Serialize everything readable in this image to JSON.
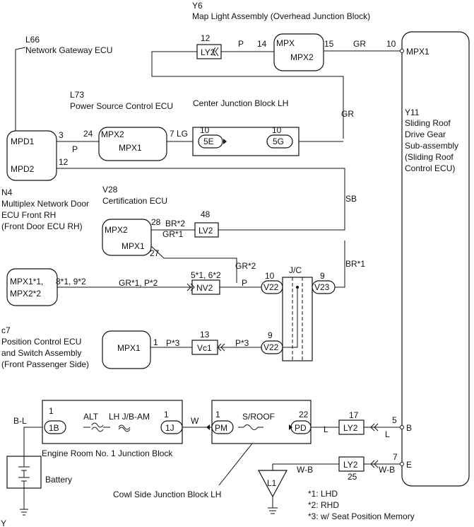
{
  "titles": {
    "y6_code": "Y6",
    "y6_name": "Map Light Assembly (Overhead Junction Block)",
    "l66_code": "L66",
    "l66_name": "Network Gateway ECU",
    "l73_code": "L73",
    "l73_name": "Power Source Control ECU",
    "cjb_name": "Center Junction Block LH",
    "y11_code": "Y11",
    "y11_line1": "Sliding Roof",
    "y11_line2": "Drive Gear",
    "y11_line3": "Sub-assembly",
    "y11_line4": "(Sliding Roof",
    "y11_line5": "Control ECU)",
    "n4_code": "N4",
    "n4_line1": "Multiplex Network Door",
    "n4_line2": "ECU Front RH",
    "n4_line3": "(Front Door ECU RH)",
    "v28_code": "V28",
    "v28_name": "Certification ECU",
    "c7_code": "c7",
    "c7_line1": "Position Control ECU",
    "c7_line2": "and Switch Assembly",
    "c7_line3": "(Front Passenger Side)",
    "erjb_name": "Engine Room No. 1 Junction Block",
    "battery": "Battery",
    "cowl_name": "Cowl Side Junction Block LH",
    "footer": "Y"
  },
  "pins": {
    "mpx": "MPX",
    "mpx2": "MPX2",
    "mpx1": "MPX1",
    "mpd1": "MPD1",
    "mpd2": "MPD2",
    "n4_mpx_a": "MPX1*1,",
    "n4_mpx_b": "MPX2*2",
    "b": "B",
    "e": "E",
    "p12": "12",
    "p14": "14",
    "p15": "15",
    "p10": "10",
    "p3": "3",
    "p24": "24",
    "p7": "7",
    "p28": "28",
    "p27": "27",
    "p48": "48",
    "p9": "9",
    "p13": "13",
    "p1": "1",
    "p22": "22",
    "p17": "17",
    "p5": "5",
    "p25": "25",
    "n4_pins": "8*1, 9*2",
    "nv2_pins": "5*1, 6*2"
  },
  "connectors": {
    "ly2": "LY2",
    "lv2": "LV2",
    "nv2": "NV2",
    "vc1": "Vc1",
    "c5e": "5E",
    "c5g": "5G",
    "v22": "V22",
    "v23": "V23",
    "jc": "J/C",
    "c1b": "1B",
    "c1j": "1J",
    "pm": "PM",
    "pd": "PD",
    "l1": "L1"
  },
  "fuses": {
    "alt": "ALT",
    "lhjbam": "LH J/B-AM",
    "sroof": "S/ROOF"
  },
  "wires": {
    "p": "P",
    "gr": "GR",
    "lg": "LG",
    "sb": "SB",
    "br2": "BR*2",
    "gr1": "GR*1",
    "gr2": "GR*2",
    "br1": "BR*1",
    "gr1p2": "GR*1, P*2",
    "p3": "P*3",
    "bl": "B-L",
    "w": "W",
    "l": "L",
    "wb": "W-B"
  },
  "notes": {
    "n1": "*1: LHD",
    "n2": "*2: RHD",
    "n3": "*3: w/ Seat Position Memory"
  }
}
